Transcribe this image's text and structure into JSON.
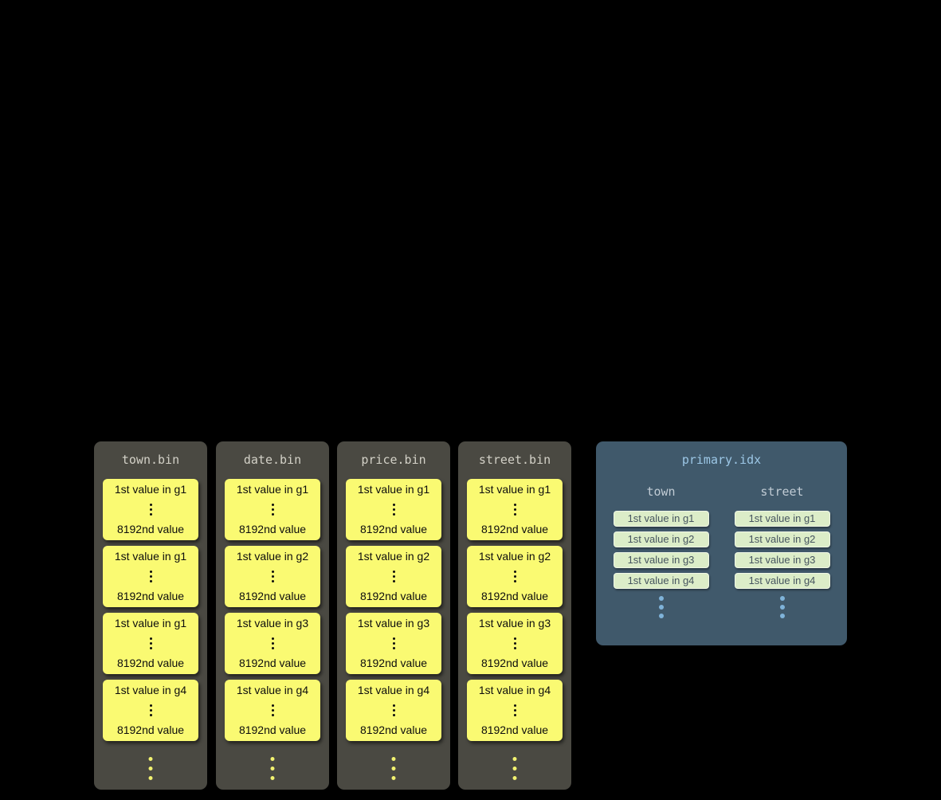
{
  "bin_files": [
    {
      "title": "town.bin",
      "granules": [
        {
          "first": "1st value in g1",
          "last": "8192nd value"
        },
        {
          "first": "1st value in g1",
          "last": "8192nd value"
        },
        {
          "first": "1st value in g1",
          "last": "8192nd value"
        },
        {
          "first": "1st value in g4",
          "last": "8192nd value"
        }
      ]
    },
    {
      "title": "date.bin",
      "granules": [
        {
          "first": "1st value in g1",
          "last": "8192nd value"
        },
        {
          "first": "1st value in g2",
          "last": "8192nd value"
        },
        {
          "first": "1st value in g3",
          "last": "8192nd value"
        },
        {
          "first": "1st value in g4",
          "last": "8192nd value"
        }
      ]
    },
    {
      "title": "price.bin",
      "granules": [
        {
          "first": "1st value in g1",
          "last": "8192nd value"
        },
        {
          "first": "1st value in g2",
          "last": "8192nd value"
        },
        {
          "first": "1st value in g3",
          "last": "8192nd value"
        },
        {
          "first": "1st value in g4",
          "last": "8192nd value"
        }
      ]
    },
    {
      "title": "street.bin",
      "granules": [
        {
          "first": "1st value in g1",
          "last": "8192nd value"
        },
        {
          "first": "1st value in g2",
          "last": "8192nd value"
        },
        {
          "first": "1st value in g3",
          "last": "8192nd value"
        },
        {
          "first": "1st value in g4",
          "last": "8192nd value"
        }
      ]
    }
  ],
  "primary_index": {
    "title": "primary.idx",
    "columns": [
      {
        "header": "town",
        "entries": [
          "1st value in g1",
          "1st value in g2",
          "1st value in g3",
          "1st value in g4"
        ]
      },
      {
        "header": "street",
        "entries": [
          "1st value in g1",
          "1st value in g2",
          "1st value in g3",
          "1st value in g4"
        ]
      }
    ]
  },
  "colors": {
    "background": "#000000",
    "bin_card_bg": "#4a4942",
    "bin_title_text": "#d3d1c7",
    "granule_bg": "#fafa72",
    "granule_text": "#0d0d0d",
    "bin_dots": "#f2f270",
    "index_card_bg": "#40596b",
    "index_title_text": "#9cc7e6",
    "index_header_text": "#c0cbd4",
    "index_entry_bg": "#dcedc8",
    "index_entry_text": "#46555f",
    "index_dots": "#7fb3d9"
  }
}
